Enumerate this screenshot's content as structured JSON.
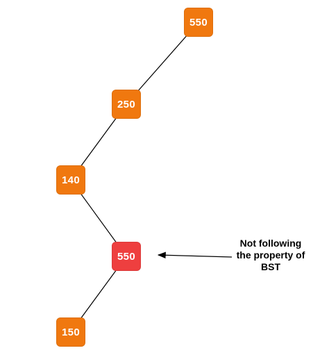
{
  "colors": {
    "node_default": "#f0780f",
    "node_violation": "#ee3f3f",
    "edge": "#000000",
    "background": "#ffffff"
  },
  "nodes": [
    {
      "id": "n1",
      "label": "550",
      "status": "ok"
    },
    {
      "id": "n2",
      "label": "250",
      "status": "ok"
    },
    {
      "id": "n3",
      "label": "140",
      "status": "ok"
    },
    {
      "id": "n4",
      "label": "550",
      "status": "violation"
    },
    {
      "id": "n5",
      "label": "150",
      "status": "ok"
    }
  ],
  "edges": [
    {
      "from": "n1",
      "to": "n2"
    },
    {
      "from": "n2",
      "to": "n3"
    },
    {
      "from": "n3",
      "to": "n4"
    },
    {
      "from": "n4",
      "to": "n5"
    }
  ],
  "annotation": {
    "lines": [
      "Not following",
      "the property of",
      "BST"
    ],
    "points_to": "n4"
  }
}
